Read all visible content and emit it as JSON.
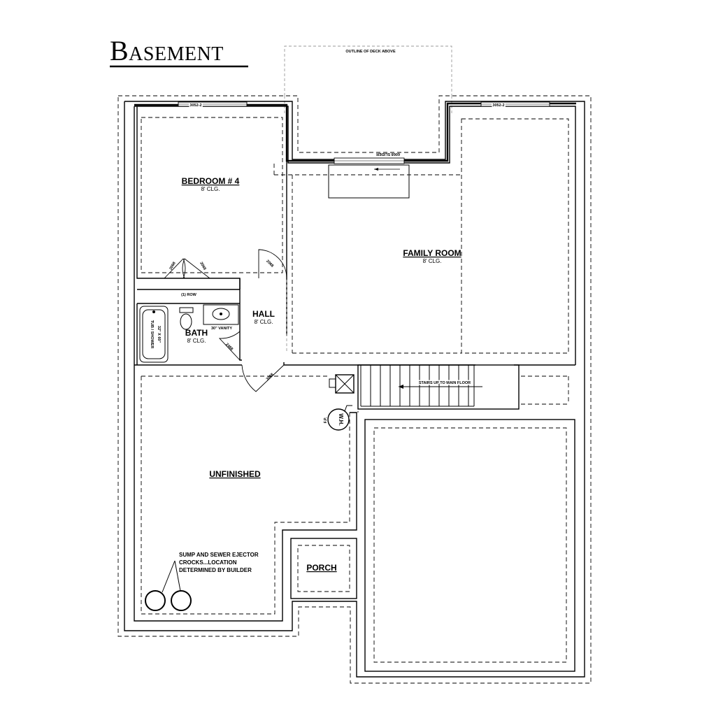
{
  "title": "Basement",
  "rooms": {
    "bedroom": {
      "label": "BEDROOM # 4",
      "ceiling": "8' CLG."
    },
    "family": {
      "label": "FAMILY ROOM",
      "ceiling": "8' CLG."
    },
    "hall": {
      "label": "HALL",
      "ceiling": "8' CLG."
    },
    "bath": {
      "label": "BATH",
      "ceiling": "8' CLG."
    },
    "unfinished": {
      "label": "UNFINISHED"
    },
    "porch": {
      "label": "PORCH"
    }
  },
  "labels": {
    "deck_outline": "OUTLINE OF DECK ABOVE",
    "window_left": "3052-2",
    "window_right": "3052-2",
    "slider": "6068 SLIDER",
    "closet_door_left": "2068",
    "closet_door_right": "2068",
    "hall_door": "2068",
    "bath_door": "2468",
    "unfinished_door": "3068",
    "row": "(1) ROW",
    "tub_line1": "32\" X 60\"",
    "tub_line2": "TUB / SHOWER",
    "vanity": "30\" VANITY",
    "stairs": "STAIRS UP TO MAIN FLOOR",
    "water_heater": "W.H.",
    "fp": "F.P."
  },
  "sump_note": {
    "line1": "SUMP AND SEWER EJECTOR",
    "line2": "CROCKS...LOCATION",
    "line3": "DETERMINED BY BUILDER"
  }
}
